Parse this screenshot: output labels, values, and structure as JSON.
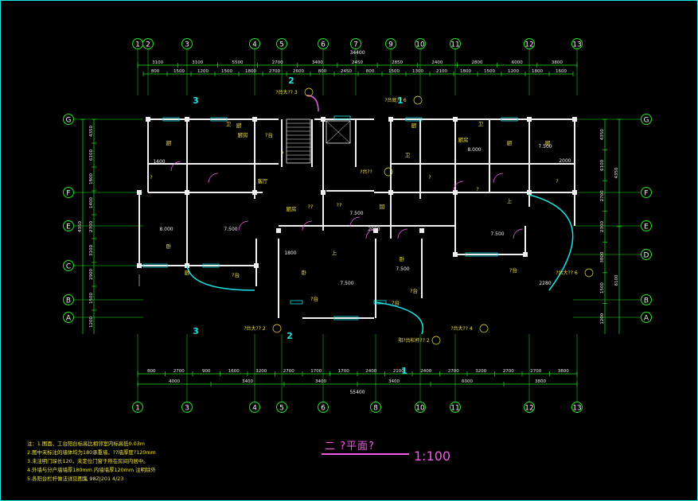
{
  "drawing": {
    "title": "二 ?平面?",
    "scale": "1:100",
    "colors": {
      "frame": "#19e6e6",
      "dims": "#1ee61e",
      "walls": "#f0f0f0",
      "text": "#f2e63c",
      "door": "#f05ae6",
      "window": "#19e6e6"
    }
  },
  "axes": {
    "top_labels": [
      "1",
      "2",
      "3",
      "4",
      "5",
      "6",
      "7",
      "9",
      "10",
      "11",
      "12",
      "13"
    ],
    "bottom_labels": [
      "1",
      "3",
      "4",
      "5",
      "6",
      "8",
      "10",
      "11",
      "12",
      "13"
    ],
    "left_labels": [
      "G",
      "F",
      "E",
      "C",
      "B",
      "A"
    ],
    "right_labels": [
      "G",
      "F",
      "E",
      "D",
      "B",
      "A"
    ]
  },
  "dimensions": {
    "top_total": "34400",
    "top_row1": [
      "3100",
      "3100",
      "5500",
      "2700",
      "3400",
      "2450",
      "2850",
      "2400",
      "2800",
      "6000",
      "3800"
    ],
    "top_row2": [
      "800",
      "1500",
      "1200",
      "1500",
      "1800",
      "2700",
      "2600",
      "800",
      "2450",
      "800",
      "1500",
      "1300",
      "2100",
      "1800",
      "1500",
      "1200",
      "1800",
      "1600"
    ],
    "bottom_total": "55400",
    "bottom_row1": [
      "800",
      "2700",
      "900",
      "1600",
      "3200",
      "2700",
      "1700",
      "1700",
      "2400",
      "2100",
      "2400",
      "2700",
      "3200",
      "2700",
      "2700",
      "3800"
    ],
    "bottom_row2": [
      "4000",
      "3400",
      "3400",
      "3400",
      "6000",
      "3800"
    ],
    "left_dims": [
      "4350",
      "6100",
      "1800",
      "1400",
      "2700",
      "3100",
      "2900",
      "1500",
      "1200"
    ],
    "right_dims": [
      "4350",
      "6100",
      "2700",
      "2300",
      "3800",
      "1500",
      "1200"
    ]
  },
  "rooms": {
    "labels": [
      "厨",
      "厨",
      "厨",
      "厨",
      "卧",
      "厨房",
      "?台",
      "客厅",
      "卫",
      "卫",
      "厨",
      "厨房",
      "卫",
      "厨房",
      "?",
      "?",
      "?",
      "?",
      "?",
      "上",
      "上",
      "卧",
      "?台",
      "?台",
      "?台",
      "?台",
      "?台",
      "卧",
      "回",
      "??",
      "??",
      "厨"
    ],
    "areas": [
      "8.000",
      "7.500",
      "7.500",
      "7.500",
      "7.500",
      "7.500",
      "8.000",
      "7.500",
      "2000",
      "1800",
      "2000",
      "1400",
      "2280"
    ],
    "section_marks": [
      "3",
      "3",
      "2",
      "2",
      "1",
      "1"
    ],
    "detail_refs": [
      "?台大?? 2",
      "?台大?? 3",
      "?台大?? 4",
      "?台大?? 6",
      "?台底?? 6",
      "阳?台栏杆?? 2",
      "?台??"
    ]
  },
  "notes": [
    "注：1.图面、工台阳台标高比相邻室内标高低0.03m",
    "    2.图中未标注的墙体均为180承重墙，??墙厚度?120mm",
    "    3.未注明门垛长120，未定位门窗于所在房间内居中。",
    "    4.外墙与分户墙墙厚180mm 内墙墙厚120mm 注明除外",
    "    5.各阳台栏杆做法详见图集 98ZJ201 4/23"
  ]
}
